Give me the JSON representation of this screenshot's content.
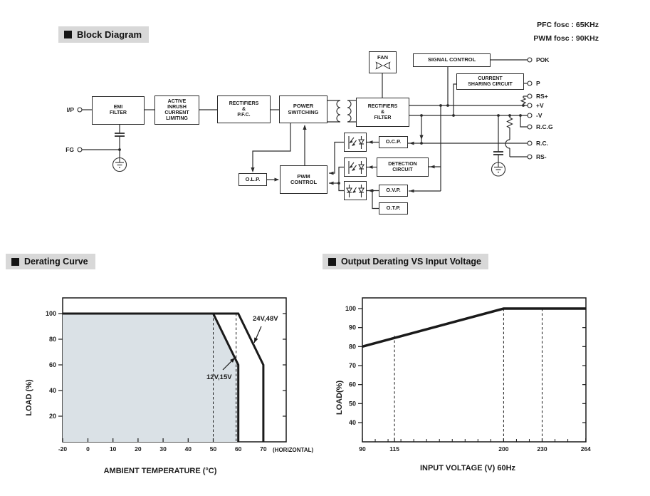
{
  "sections": {
    "block_diagram": "Block Diagram",
    "derating": "Derating Curve",
    "output_derating": "Output Derating VS Input Voltage"
  },
  "notes": {
    "pfc": "PFC fosc : 65KHz",
    "pwm": "PWM fosc : 90KHz"
  },
  "block_diagram": {
    "boxes": {
      "emi": "EMI\nFILTER",
      "inrush": "ACTIVE\nINRUSH\nCURRENT\nLIMITING",
      "rect_pfc": "RECTIFIERS\n&\nP.F.C.",
      "power_switching": "POWER\nSWITCHING",
      "rect_filter": "RECTIFIERS\n&\nFILTER",
      "fan": "FAN",
      "signal_control": "SIGNAL CONTROL",
      "current_sharing": "CURRENT\nSHARING CIRCUIT",
      "olp": "O.L.P.",
      "pwm_control": "PWM\nCONTROL",
      "ocp": "O.C.P.",
      "detection": "DETECTION\nCIRCUIT",
      "ovp": "O.V.P.",
      "otp": "O.T.P."
    },
    "terminals": {
      "ip": "I/P",
      "fg": "FG",
      "pok": "POK",
      "p": "P",
      "rs_plus": "RS+",
      "v_plus": "+V",
      "v_minus": "-V",
      "rcg": "R.C.G",
      "rc": "R.C.",
      "rs_minus": "RS-"
    }
  },
  "chart_data": [
    {
      "type": "line",
      "title": "Derating Curve",
      "xlabel": "AMBIENT TEMPERATURE (°C)",
      "ylabel": "LOAD (%)",
      "x_ticks": [
        -20,
        0,
        10,
        20,
        30,
        40,
        50,
        60,
        70
      ],
      "x_suffix": "(HORIZONTAL)",
      "y_ticks": [
        20,
        40,
        60,
        80,
        100
      ],
      "xlim": [
        -20,
        79
      ],
      "ylim": [
        0,
        112
      ],
      "grid": false,
      "series": [
        {
          "name": "12V,15V",
          "points": [
            [
              -20,
              100
            ],
            [
              50,
              100
            ],
            [
              60,
              60
            ],
            [
              60,
              0
            ]
          ],
          "filled": true
        },
        {
          "name": "24V,48V",
          "points": [
            [
              -20,
              100
            ],
            [
              60,
              100
            ],
            [
              70,
              60
            ],
            [
              70,
              0
            ]
          ],
          "filled": false
        }
      ],
      "dashed_x": [
        [
          50,
          100
        ],
        [
          60,
          100
        ]
      ],
      "fill_color": "#dae1e6",
      "annotations": [
        {
          "text": "24V,48V"
        },
        {
          "text": "12V,15V"
        }
      ]
    },
    {
      "type": "line",
      "title": "Output Derating VS Input Voltage",
      "xlabel": "INPUT VOLTAGE (V) 60Hz",
      "ylabel": "LOAD(%)",
      "x_ticks": [
        90,
        115,
        200,
        230,
        264
      ],
      "x_minor_ticks": [
        100,
        110,
        120,
        130,
        140,
        150,
        160,
        170,
        180,
        190,
        210,
        220,
        240,
        250
      ],
      "y_ticks": [
        40,
        50,
        60,
        70,
        80,
        90,
        100
      ],
      "xlim": [
        90,
        264
      ],
      "ylim": [
        30,
        106
      ],
      "grid": false,
      "series": [
        {
          "name": "load",
          "points": [
            [
              90,
              80
            ],
            [
              200,
              100
            ],
            [
              264,
              100
            ]
          ],
          "filled": false
        }
      ],
      "dashed_x": [
        [
          115,
          85.7
        ],
        [
          200,
          100
        ],
        [
          230,
          100
        ]
      ],
      "annotations": []
    }
  ]
}
